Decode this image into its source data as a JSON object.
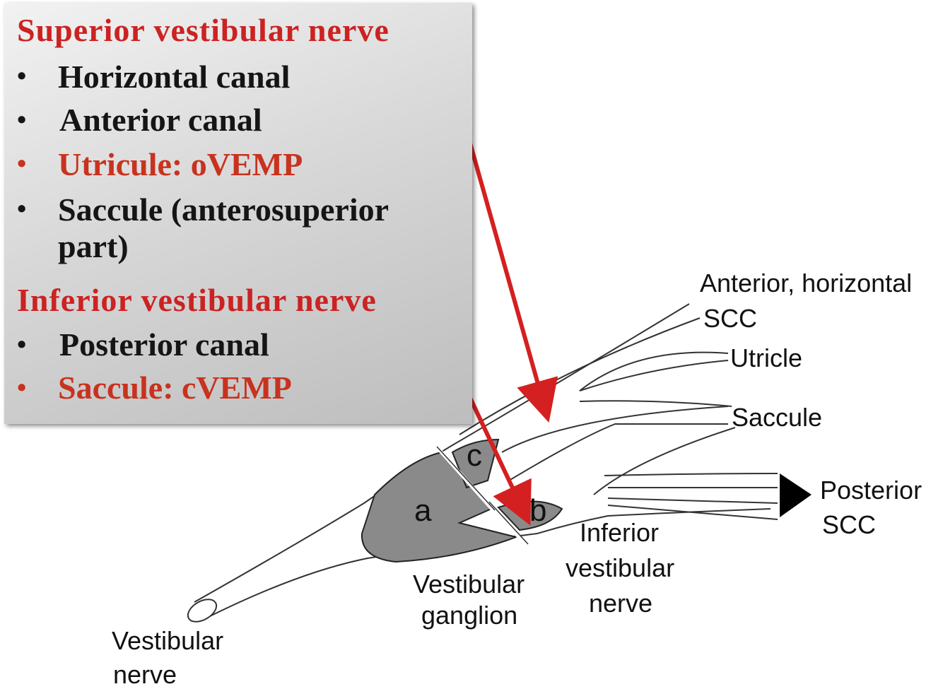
{
  "superior": {
    "heading": "Superior  vestibular  nerve",
    "items": [
      {
        "text": "Horizontal  canal",
        "highlight": false
      },
      {
        "text": "Anterior  canal",
        "highlight": false
      },
      {
        "text": "Utricule:  oVEMP",
        "highlight": true
      },
      {
        "text": "Saccule (anterosuperior",
        "highlight": false
      },
      {
        "text": "part)",
        "highlight": false
      }
    ]
  },
  "inferior": {
    "heading": "Inferior  vestibular  nerve",
    "items": [
      {
        "text": "Posterior  canal",
        "highlight": false
      },
      {
        "text": "Saccule:  cVEMP",
        "highlight": true
      }
    ]
  },
  "bullet_char": "•",
  "diagram": {
    "labels": {
      "anterior_horizontal": "Anterior, horizontal",
      "anterior_horizontal_2": "SCC",
      "utricle": "Utricle",
      "saccule": "Saccule",
      "posterior": "Posterior",
      "posterior_2": "SCC",
      "inferior_nerve_1": "Inferior",
      "inferior_nerve_2": "vestibular",
      "inferior_nerve_3": "nerve",
      "ganglion_1": "Vestibular",
      "ganglion_2": "ganglion",
      "vestibular_nerve_1": "Vestibular",
      "vestibular_nerve_2": "nerve"
    },
    "regions": {
      "a": "a",
      "b": "b",
      "c": "c"
    }
  },
  "colors": {
    "heading_red": "#cc2222",
    "highlight_red": "#c8321e",
    "arrow_red": "#d42020",
    "ganglion_gray": "#8a8a8a"
  }
}
